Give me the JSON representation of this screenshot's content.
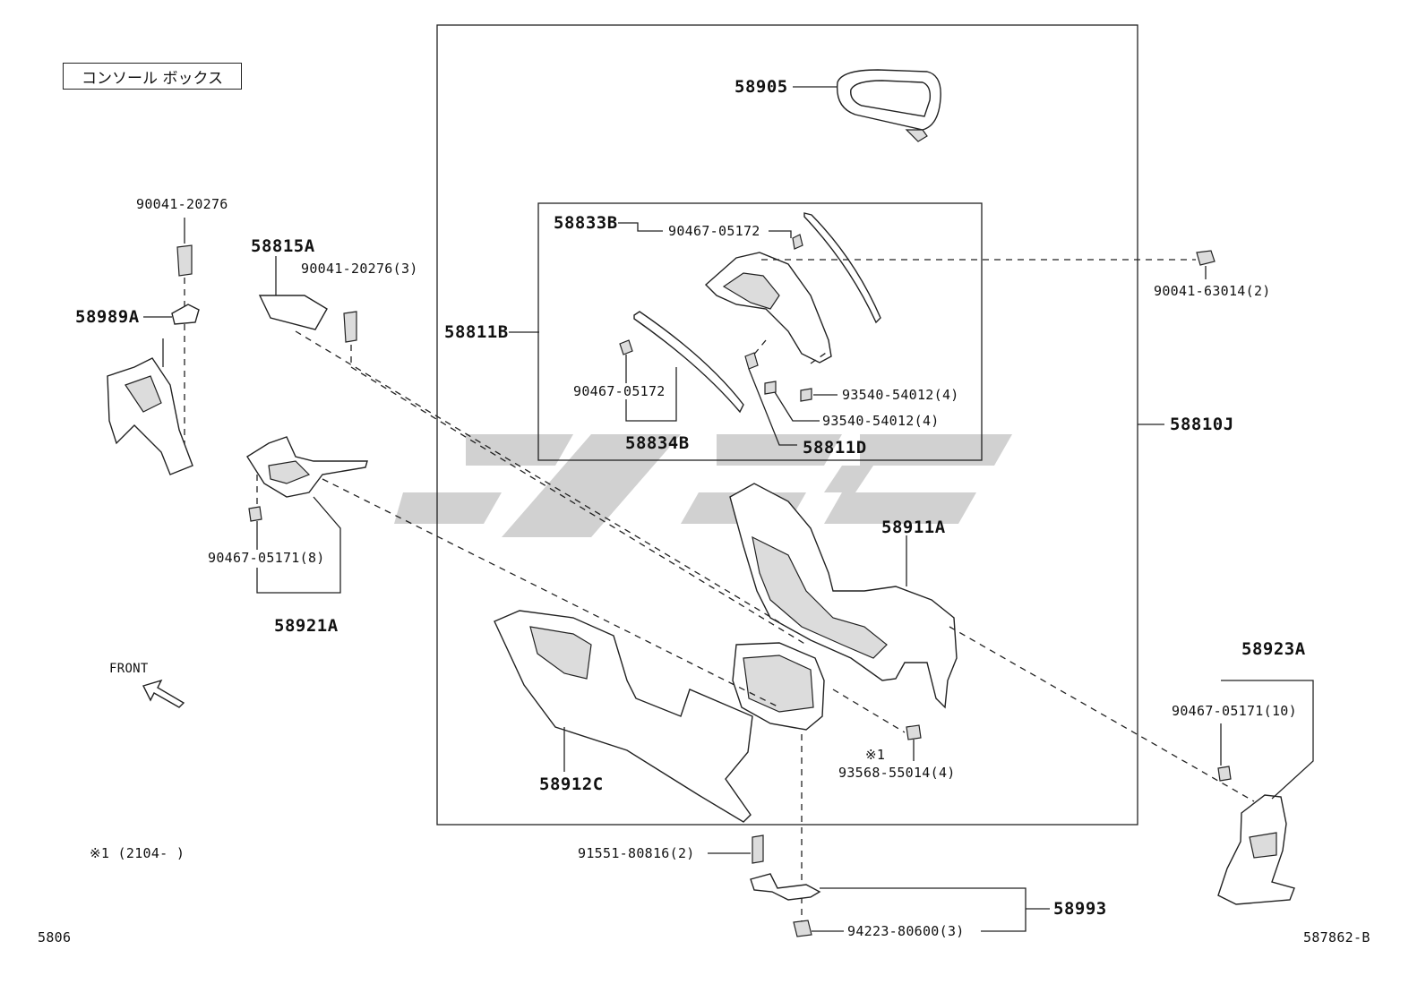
{
  "title": "コンソール ボックス",
  "footnote": "※1 (2104-      )",
  "footnote_mark": "※1",
  "front_label": "FRONT",
  "page_code": "5806",
  "diagram_code": "587862-B",
  "parts": {
    "p58905": "58905",
    "p58833B": "58833B",
    "p90467_05172_a": "90467-05172",
    "p90467_05172_b": "90467-05172",
    "p58811B": "58811B",
    "p58834B": "58834B",
    "p58811D": "58811D",
    "p93540_54012_a": "93540-54012(4)",
    "p93540_54012_b": "93540-54012(4)",
    "p90041_63014": "90041-63014(2)",
    "p58810J": "58810J",
    "p58911A": "58911A",
    "p58912C": "58912C",
    "p93568_55014": "93568-55014(4)",
    "p91551_80816": "91551-80816(2)",
    "p58993": "58993",
    "p94223_80600": "94223-80600(3)",
    "p58923A": "58923A",
    "p90467_05171_10": "90467-05171(10)",
    "p90041_20276": "90041-20276",
    "p58815A": "58815A",
    "p90041_20276_3": "90041-20276(3)",
    "p58989A": "58989A",
    "p90467_05171_8": "90467-05171(8)",
    "p58921A": "58921A"
  }
}
